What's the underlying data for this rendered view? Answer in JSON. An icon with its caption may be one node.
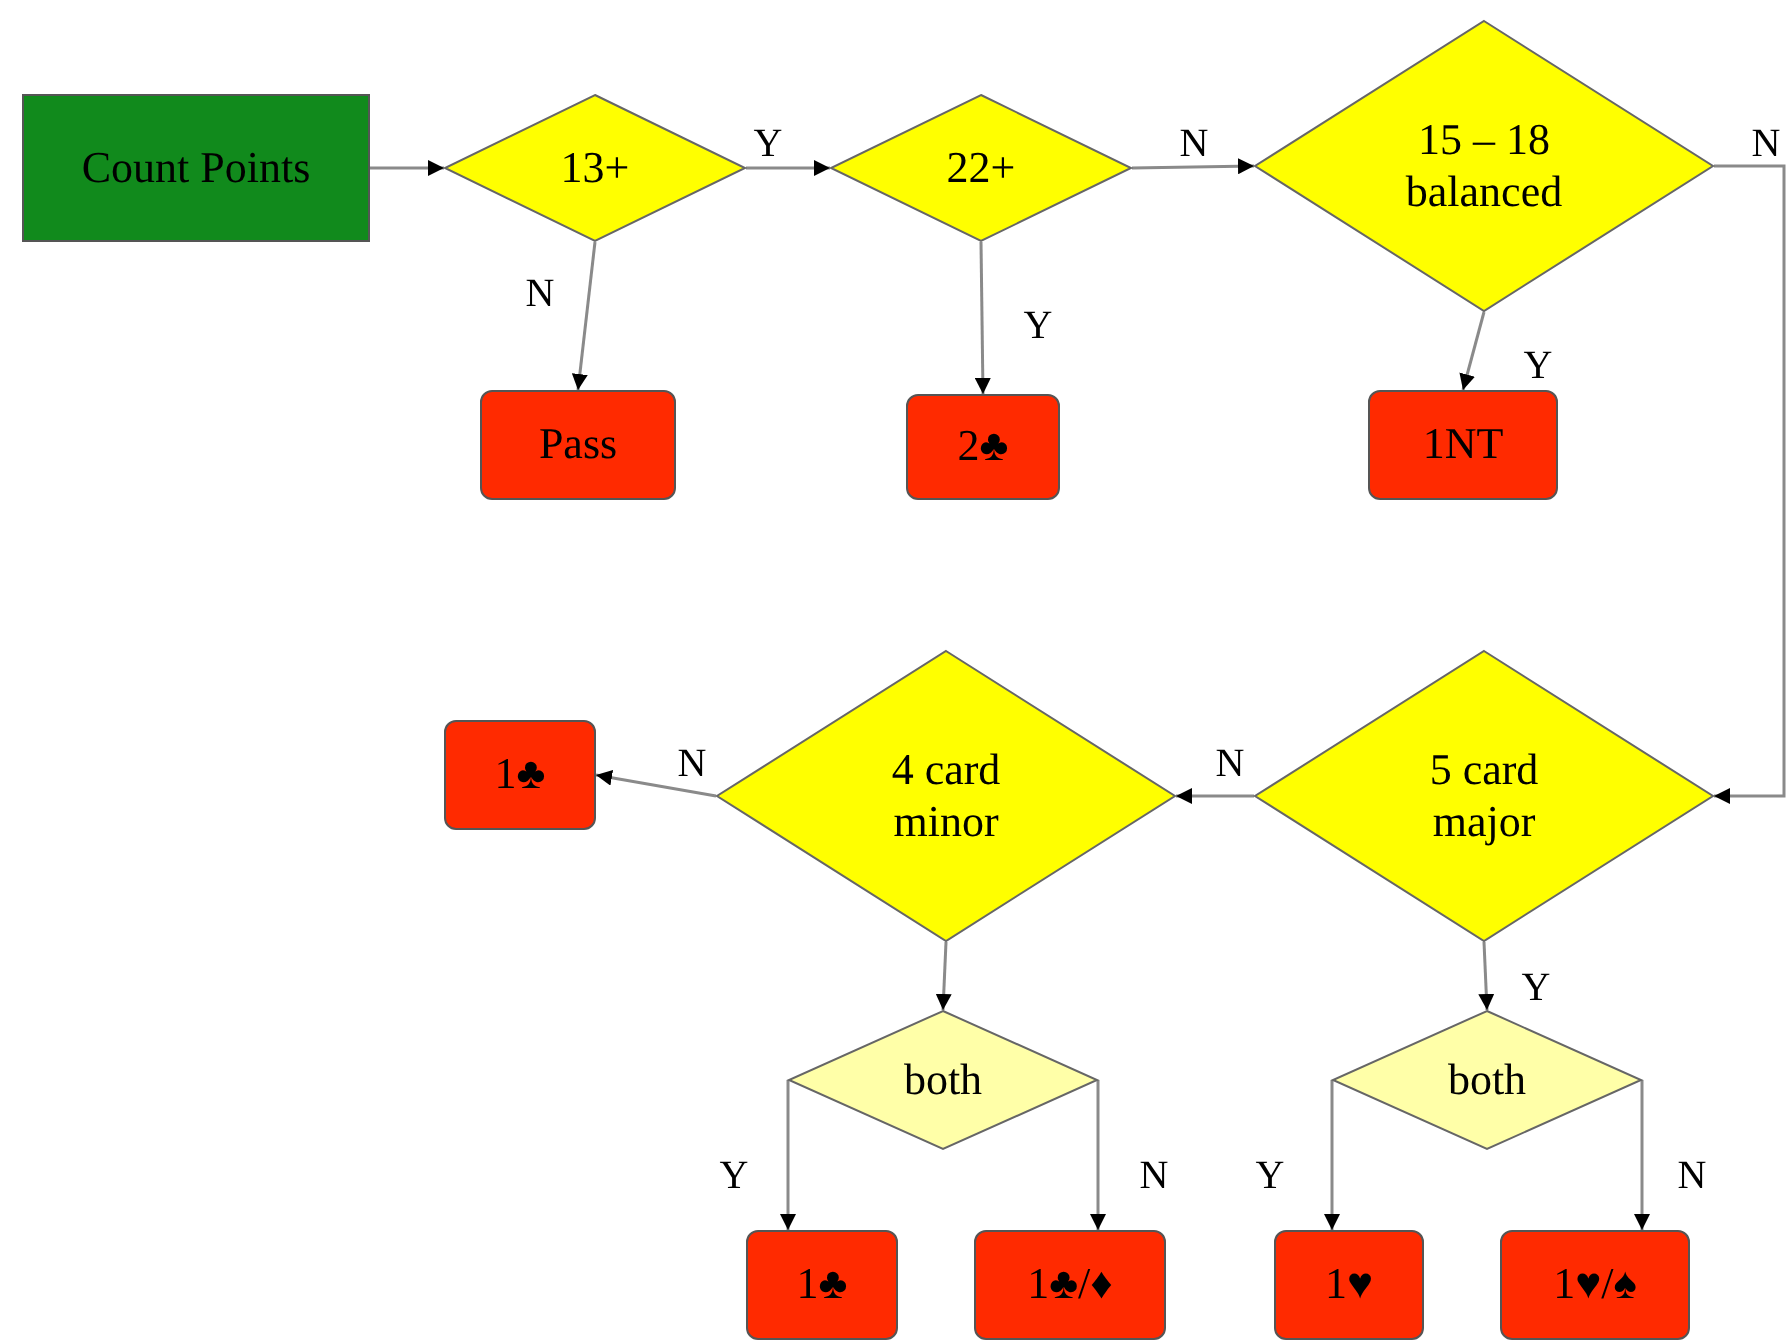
{
  "diagram": {
    "nodes": [
      {
        "text": [
          "Count Points"
        ]
      },
      {
        "text": [
          "13+"
        ]
      },
      {
        "text": [
          "22+"
        ]
      },
      {
        "text": [
          "15 – 18 balanced"
        ]
      },
      {
        "text": [
          "Pass"
        ]
      },
      {
        "text": [
          "2♣"
        ]
      },
      {
        "text": [
          "1NT"
        ]
      },
      {
        "text": [
          "1♣"
        ]
      },
      {
        "text": [
          "4 card minor"
        ]
      },
      {
        "text": [
          "5 card major"
        ]
      },
      {
        "text": [
          "both"
        ]
      },
      {
        "text": [
          "both"
        ]
      },
      {
        "text": [
          "1♣"
        ]
      },
      {
        "text": [
          "1♣/♦"
        ]
      },
      {
        "text": [
          "1♥"
        ]
      },
      {
        "text": [
          "1♥/♠"
        ]
      }
    ],
    "edges": [
      {
        "from": 0,
        "to": 1,
        "arrow": "to"
      },
      {
        "from": 1,
        "to": 2,
        "arrow": "to",
        "label": "Y"
      },
      {
        "from": 1,
        "to": 4,
        "arrow": "to",
        "label": "N"
      },
      {
        "from": 2,
        "to": 3,
        "arrow": "to",
        "label": "N"
      },
      {
        "from": 2,
        "to": 5,
        "arrow": "to",
        "label": "Y"
      },
      {
        "from": 3,
        "to": 6,
        "arrow": "to",
        "label": "Y"
      },
      {
        "from": 3,
        "to": 9,
        "arrow": "to",
        "label": "N"
      },
      {
        "from": 9,
        "to": 8,
        "arrow": "to",
        "label": "N"
      },
      {
        "from": 8,
        "to": 7,
        "arrow": "to",
        "label": "N"
      },
      {
        "from": 8,
        "to": 10,
        "arrow": "to"
      },
      {
        "from": 9,
        "to": 11,
        "arrow": "to",
        "label": "Y"
      },
      {
        "from": 10,
        "to": 12,
        "arrow": "to",
        "label": "Y"
      },
      {
        "from": 10,
        "to": 13,
        "arrow": "to",
        "label": "N"
      },
      {
        "from": 11,
        "to": 14,
        "arrow": "to",
        "label": "Y"
      },
      {
        "from": 11,
        "to": 15,
        "arrow": "to",
        "label": "N"
      }
    ]
  }
}
